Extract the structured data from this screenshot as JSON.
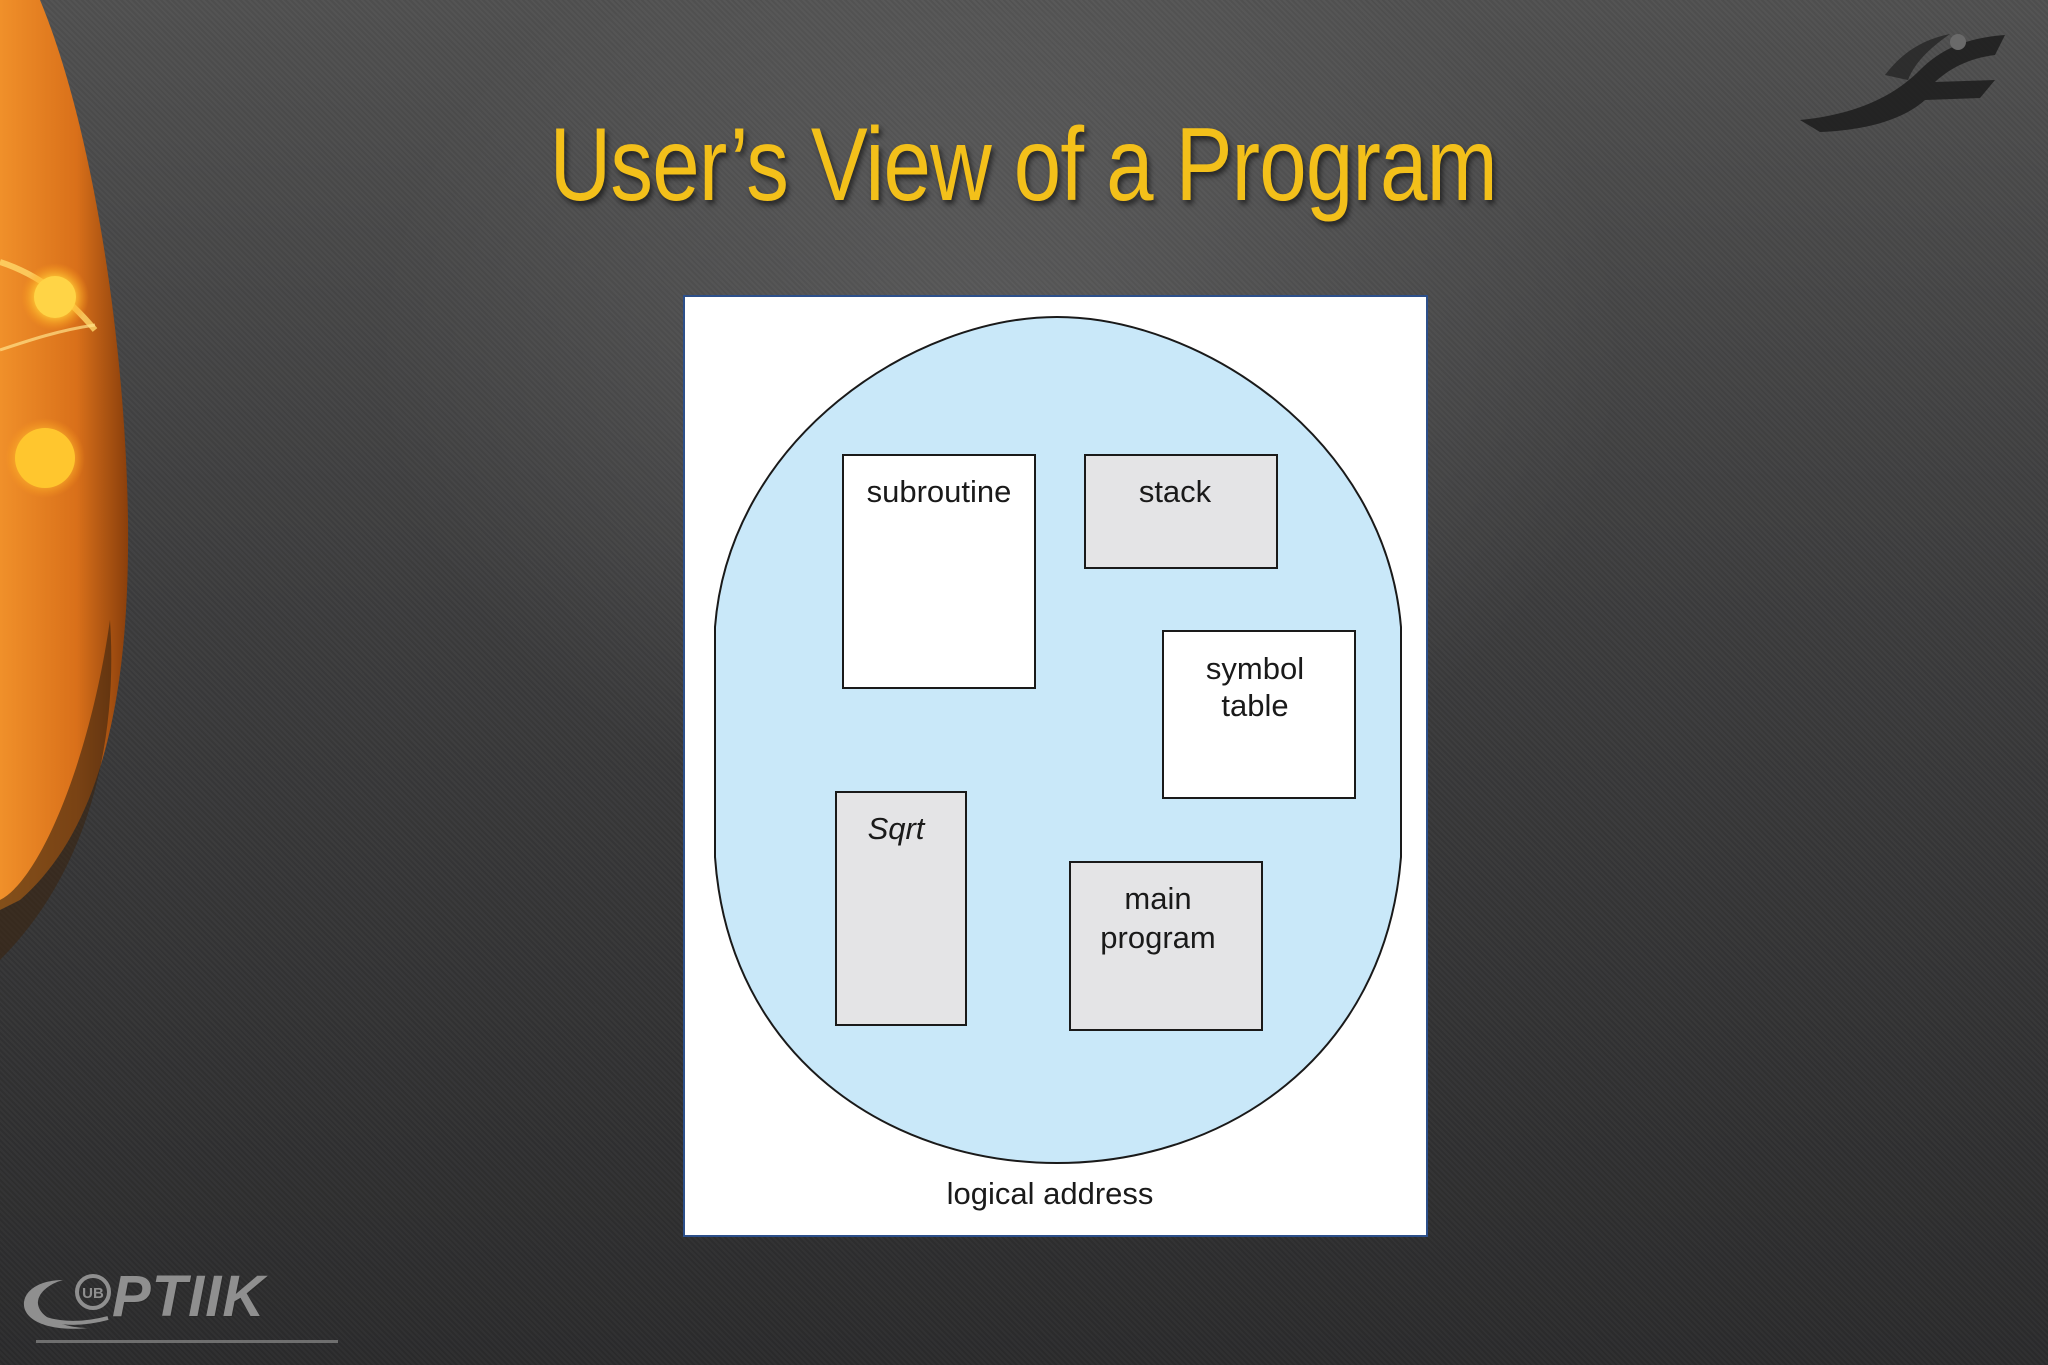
{
  "slide": {
    "title": "User’s View of a Program"
  },
  "diagram": {
    "segments": [
      {
        "label_lines": [
          "subroutine"
        ],
        "italic": false,
        "fill": "#ffffff"
      },
      {
        "label_lines": [
          "stack"
        ],
        "italic": false,
        "fill": "#e4e4e6"
      },
      {
        "label_lines": [
          "symbol",
          "table"
        ],
        "italic": false,
        "fill": "#ffffff"
      },
      {
        "label_lines": [
          "Sqrt"
        ],
        "italic": true,
        "fill": "#e4e4e6"
      },
      {
        "label_lines": [
          "main",
          "program"
        ],
        "italic": false,
        "fill": "#e4e4e6"
      }
    ],
    "caption": "logical address",
    "address_space_color": "#c9e8f9"
  },
  "footer": {
    "brand": "PTIIK",
    "emblem_text": "UB"
  },
  "colors": {
    "title": "#f3c01a",
    "swoosh_orange": "#e8801c",
    "panel_border": "#2c4f8a"
  },
  "icons": {
    "corner": "university-emblem-icon",
    "footer": "ptiik-logo-icon"
  }
}
